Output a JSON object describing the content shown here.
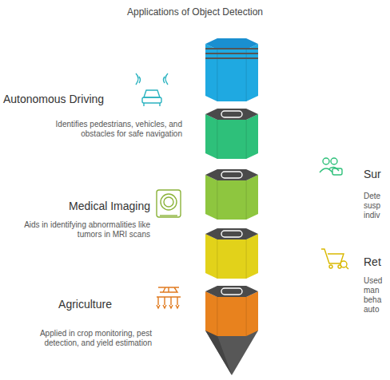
{
  "diagram": {
    "title": "Applications of Object Detection",
    "labels": [
      "Autonomous Driving",
      "Identifies pedestrians, vehicles, and obstacles for safe navigation",
      "Sur",
      "Dete susp indiv",
      "Medical Imaging",
      "Aids in identifying abnormalities like tumors in MRI scans",
      "Ret",
      "Used man beha auto",
      "Agriculture",
      "Applied in crop monitoring, pest detection, and yield estimation"
    ]
  }
}
